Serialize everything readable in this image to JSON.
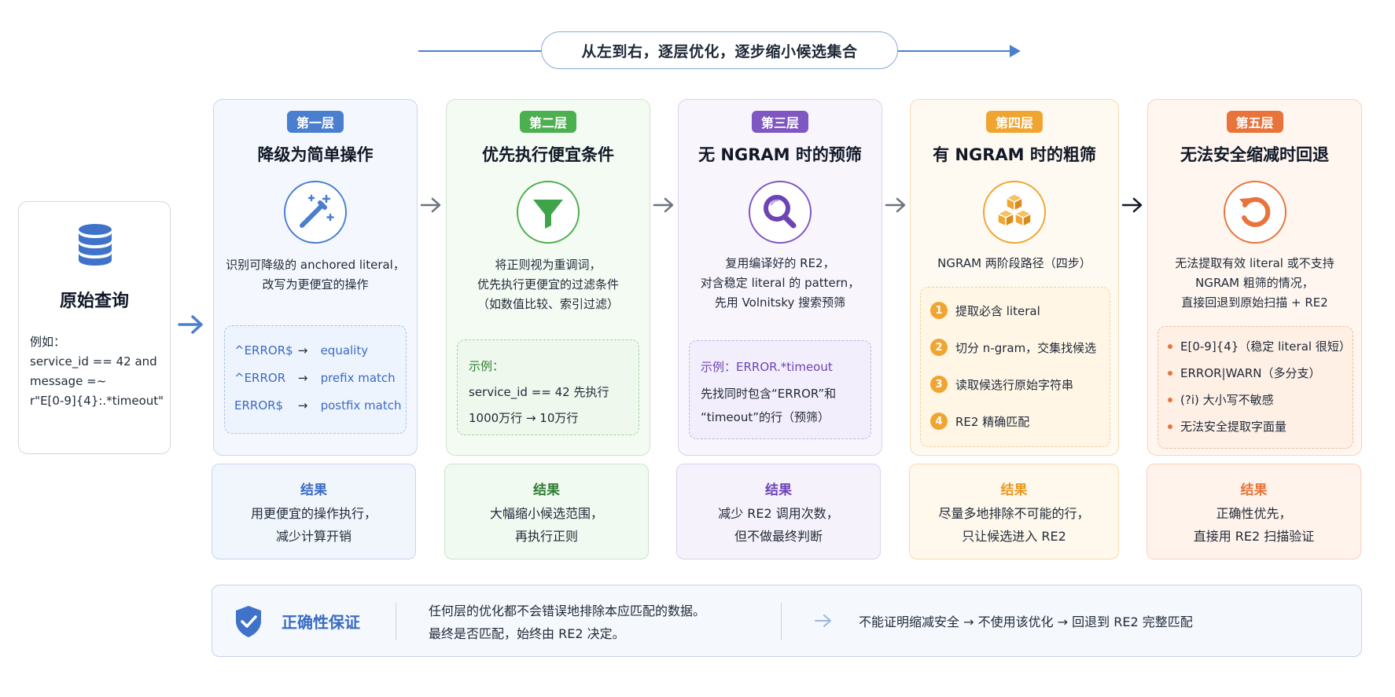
{
  "banner": {
    "text": "从左到右，逐层优化，逐步缩小候选集合"
  },
  "source": {
    "title": "原始查询",
    "example_label": "例如：",
    "example_lines": [
      "service_id == 42 and",
      "message =~",
      "r\"E[0-9]{4}:.*timeout\""
    ]
  },
  "layers": [
    {
      "badge": "第一层",
      "title": "降级为简单操作",
      "icon": "magic-wand-icon",
      "desc": [
        "识别可降级的 anchored literal，",
        "改写为更便宜的操作"
      ],
      "mappings": [
        {
          "pattern": "^ERROR$",
          "arrow": "→",
          "target": "equality"
        },
        {
          "pattern": "^ERROR",
          "arrow": "→",
          "target": "prefix match"
        },
        {
          "pattern": "ERROR$",
          "arrow": "→",
          "target": "postfix match"
        }
      ],
      "result_title": "结果",
      "result": [
        "用更便宜的操作执行，",
        "减少计算开销"
      ]
    },
    {
      "badge": "第二层",
      "title": "优先执行便宜条件",
      "icon": "funnel-icon",
      "desc": [
        "将正则视为重调词，",
        "优先执行更便宜的过滤条件",
        "（如数值比较、索引过滤）"
      ],
      "example_label": "示例：",
      "example": [
        "service_id == 42 先执行",
        "1000万行 → 10万行"
      ],
      "result_title": "结果",
      "result": [
        "大幅缩小候选范围，",
        "再执行正则"
      ]
    },
    {
      "badge": "第三层",
      "title": "无 NGRAM 时的预筛",
      "icon": "magnifier-icon",
      "desc": [
        "复用编译好的 RE2，",
        "对含稳定 literal 的 pattern，",
        "先用 Volnitsky 搜索预筛"
      ],
      "example_label": "示例：ERROR.*timeout",
      "example": [
        "先找同时包含“ERROR”和",
        "“timeout”的行（预筛）"
      ],
      "result_title": "结果",
      "result": [
        "减少 RE2 调用次数，",
        "但不做最终判断"
      ]
    },
    {
      "badge": "第四层",
      "title": "有 NGRAM 时的粗筛",
      "icon": "cubes-icon",
      "desc": [
        "NGRAM 两阶段路径（四步）"
      ],
      "steps": [
        {
          "num": "1",
          "text": "提取必含 literal"
        },
        {
          "num": "2",
          "text": "切分 n-gram，交集找候选"
        },
        {
          "num": "3",
          "text": "读取候选行原始字符串"
        },
        {
          "num": "4",
          "text": "RE2 精确匹配"
        }
      ],
      "result_title": "结果",
      "result": [
        "尽量多地排除不可能的行，",
        "只让候选进入 RE2"
      ]
    },
    {
      "badge": "第五层",
      "title": "无法安全缩减时回退",
      "icon": "undo-icon",
      "desc": [
        "无法提取有效 literal 或不支持",
        "NGRAM 粗筛的情况，",
        "直接回退到原始扫描 + RE2"
      ],
      "bullets": [
        "E[0-9]{4}（稳定 literal 很短）",
        "ERROR|WARN（多分支）",
        "(?i) 大小写不敏感",
        "无法安全提取字面量"
      ],
      "result_title": "结果",
      "result": [
        "正确性优先，",
        "直接用 RE2 扫描验证"
      ]
    }
  ],
  "guarantee": {
    "icon": "shield-check-icon",
    "title": "正确性保证",
    "lines": [
      "任何层的优化都不会错误地排除本应匹配的数据。",
      "最终是否匹配，始终由 RE2 决定。"
    ],
    "chain": "不能证明缩减安全 → 不使用该优化 → 回退到 RE2 完整匹配"
  },
  "colors": {
    "layer1": "#4a7fd0",
    "layer2": "#4caf50",
    "layer3": "#7e57c2",
    "layer4": "#f0a533",
    "layer5": "#e8743c"
  }
}
